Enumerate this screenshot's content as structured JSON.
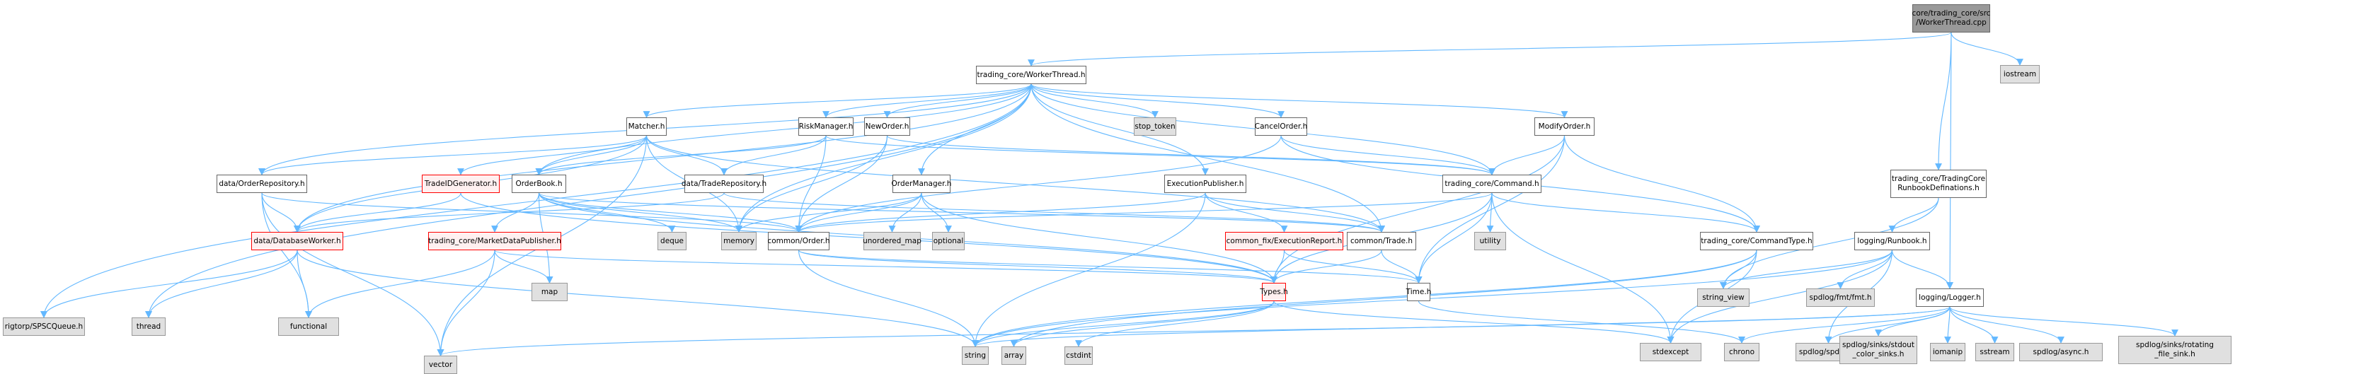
{
  "title": "core/trading_core/src/WorkerThread.cpp include dependency graph",
  "colors": {
    "edge": "#63b8ff",
    "root_fill": "#999999",
    "local_fill": "#ffffff",
    "system_fill": "#e0e0e0",
    "incomplete_fill": "#fff0f0",
    "incomplete_border": "#ff0000"
  },
  "nodes": [
    {
      "id": "cpp",
      "label": "core/trading_core/src\n/WorkerThread.cpp",
      "kind": "root"
    },
    {
      "id": "iostream",
      "label": "iostream",
      "kind": "sys"
    },
    {
      "id": "wt",
      "label": "trading_core/WorkerThread.h",
      "kind": "local"
    },
    {
      "id": "matcher",
      "label": "Matcher.h",
      "kind": "local"
    },
    {
      "id": "risk",
      "label": "RiskManager.h",
      "kind": "local"
    },
    {
      "id": "neworder",
      "label": "NewOrder.h",
      "kind": "local"
    },
    {
      "id": "stoptoken",
      "label": "stop_token",
      "kind": "sys"
    },
    {
      "id": "cancel",
      "label": "CancelOrder.h",
      "kind": "local"
    },
    {
      "id": "modify",
      "label": "ModifyOrder.h",
      "kind": "local"
    },
    {
      "id": "orderrepo",
      "label": "data/OrderRepository.h",
      "kind": "local"
    },
    {
      "id": "tradeid",
      "label": "TradeIDGenerator.h",
      "kind": "red"
    },
    {
      "id": "orderbook",
      "label": "OrderBook.h",
      "kind": "local"
    },
    {
      "id": "traderepo",
      "label": "data/TradeRepository.h",
      "kind": "local"
    },
    {
      "id": "ordermgr",
      "label": "OrderManager.h",
      "kind": "local"
    },
    {
      "id": "execpub",
      "label": "ExecutionPublisher.h",
      "kind": "local"
    },
    {
      "id": "command",
      "label": "trading_core/Command.h",
      "kind": "local"
    },
    {
      "id": "runbookdefs",
      "label": "trading_core/TradingCore\nRunbookDefinations.h",
      "kind": "local"
    },
    {
      "id": "dbworker",
      "label": "data/DatabaseWorker.h",
      "kind": "red"
    },
    {
      "id": "mdpub",
      "label": "trading_core/MarketDataPublisher.h",
      "kind": "red"
    },
    {
      "id": "deque",
      "label": "deque",
      "kind": "sys"
    },
    {
      "id": "memory",
      "label": "memory",
      "kind": "sys"
    },
    {
      "id": "order",
      "label": "common/Order.h",
      "kind": "local"
    },
    {
      "id": "umap",
      "label": "unordered_map",
      "kind": "sys"
    },
    {
      "id": "optional",
      "label": "optional",
      "kind": "sys"
    },
    {
      "id": "execreport",
      "label": "common_fix/ExecutionReport.h",
      "kind": "red"
    },
    {
      "id": "trade",
      "label": "common/Trade.h",
      "kind": "local"
    },
    {
      "id": "utility",
      "label": "utility",
      "kind": "sys"
    },
    {
      "id": "cmdtype",
      "label": "trading_core/CommandType.h",
      "kind": "local"
    },
    {
      "id": "runbook",
      "label": "logging/Runbook.h",
      "kind": "local"
    },
    {
      "id": "map",
      "label": "map",
      "kind": "sys"
    },
    {
      "id": "types",
      "label": "Types.h",
      "kind": "red"
    },
    {
      "id": "time",
      "label": "Time.h",
      "kind": "local"
    },
    {
      "id": "stringview",
      "label": "string_view",
      "kind": "sys"
    },
    {
      "id": "fmt",
      "label": "spdlog/fmt/fmt.h",
      "kind": "sys"
    },
    {
      "id": "logger",
      "label": "logging/Logger.h",
      "kind": "local"
    },
    {
      "id": "spsc",
      "label": "rigtorp/SPSCQueue.h",
      "kind": "sys"
    },
    {
      "id": "thread",
      "label": "thread",
      "kind": "sys"
    },
    {
      "id": "functional",
      "label": "functional",
      "kind": "sys"
    },
    {
      "id": "vector",
      "label": "vector",
      "kind": "sys"
    },
    {
      "id": "string",
      "label": "string",
      "kind": "sys"
    },
    {
      "id": "array",
      "label": "array",
      "kind": "sys"
    },
    {
      "id": "cstdint",
      "label": "cstdint",
      "kind": "sys"
    },
    {
      "id": "stdexcept",
      "label": "stdexcept",
      "kind": "sys"
    },
    {
      "id": "chrono",
      "label": "chrono",
      "kind": "sys"
    },
    {
      "id": "spdlog",
      "label": "spdlog/spdlog.h",
      "kind": "sys"
    },
    {
      "id": "stdoutsinks",
      "label": "spdlog/sinks/stdout\n_color_sinks.h",
      "kind": "sys"
    },
    {
      "id": "iomanip",
      "label": "iomanip",
      "kind": "sys"
    },
    {
      "id": "sstream",
      "label": "sstream",
      "kind": "sys"
    },
    {
      "id": "async",
      "label": "spdlog/async.h",
      "kind": "sys"
    },
    {
      "id": "rotsink",
      "label": "spdlog/sinks/rotating\n_file_sink.h",
      "kind": "sys"
    }
  ],
  "edges": [
    [
      "cpp",
      "wt"
    ],
    [
      "cpp",
      "iostream"
    ],
    [
      "cpp",
      "runbookdefs"
    ],
    [
      "cpp",
      "logger"
    ],
    [
      "wt",
      "matcher"
    ],
    [
      "wt",
      "risk"
    ],
    [
      "wt",
      "neworder"
    ],
    [
      "wt",
      "stoptoken"
    ],
    [
      "wt",
      "cancel"
    ],
    [
      "wt",
      "modify"
    ],
    [
      "wt",
      "orderrepo"
    ],
    [
      "wt",
      "orderbook"
    ],
    [
      "wt",
      "ordermgr"
    ],
    [
      "wt",
      "execpub"
    ],
    [
      "wt",
      "command"
    ],
    [
      "wt",
      "dbworker"
    ],
    [
      "wt",
      "memory"
    ],
    [
      "wt",
      "spsc"
    ],
    [
      "wt",
      "thread"
    ],
    [
      "wt",
      "trade"
    ],
    [
      "matcher",
      "orderrepo"
    ],
    [
      "matcher",
      "tradeid"
    ],
    [
      "matcher",
      "orderbook"
    ],
    [
      "matcher",
      "traderepo"
    ],
    [
      "matcher",
      "dbworker"
    ],
    [
      "matcher",
      "memory"
    ],
    [
      "matcher",
      "vector"
    ],
    [
      "matcher",
      "trade"
    ],
    [
      "risk",
      "orderbook"
    ],
    [
      "risk",
      "traderepo"
    ],
    [
      "risk",
      "order"
    ],
    [
      "risk",
      "command"
    ],
    [
      "neworder",
      "order"
    ],
    [
      "neworder",
      "memory"
    ],
    [
      "neworder",
      "command"
    ],
    [
      "cancel",
      "command"
    ],
    [
      "cancel",
      "order"
    ],
    [
      "cancel",
      "cmdtype"
    ],
    [
      "modify",
      "command"
    ],
    [
      "modify",
      "cmdtype"
    ],
    [
      "modify",
      "types"
    ],
    [
      "modify",
      "time"
    ],
    [
      "orderrepo",
      "dbworker"
    ],
    [
      "orderrepo",
      "functional"
    ],
    [
      "orderrepo",
      "vector"
    ],
    [
      "orderrepo",
      "order"
    ],
    [
      "tradeid",
      "dbworker"
    ],
    [
      "tradeid",
      "types"
    ],
    [
      "orderbook",
      "mdpub"
    ],
    [
      "orderbook",
      "deque"
    ],
    [
      "orderbook",
      "memory"
    ],
    [
      "orderbook",
      "order"
    ],
    [
      "orderbook",
      "map"
    ],
    [
      "orderbook",
      "types"
    ],
    [
      "orderbook",
      "trade"
    ],
    [
      "traderepo",
      "dbworker"
    ],
    [
      "traderepo",
      "trade"
    ],
    [
      "ordermgr",
      "order"
    ],
    [
      "ordermgr",
      "umap"
    ],
    [
      "ordermgr",
      "optional"
    ],
    [
      "ordermgr",
      "memory"
    ],
    [
      "ordermgr",
      "types"
    ],
    [
      "execpub",
      "execreport"
    ],
    [
      "execpub",
      "trade"
    ],
    [
      "execpub",
      "order"
    ],
    [
      "execpub",
      "string"
    ],
    [
      "command",
      "order"
    ],
    [
      "command",
      "utility"
    ],
    [
      "command",
      "cmdtype"
    ],
    [
      "command",
      "types"
    ],
    [
      "command",
      "time"
    ],
    [
      "command",
      "stdexcept"
    ],
    [
      "runbookdefs",
      "runbook"
    ],
    [
      "runbookdefs",
      "stringview"
    ],
    [
      "dbworker",
      "spsc"
    ],
    [
      "dbworker",
      "thread"
    ],
    [
      "dbworker",
      "functional"
    ],
    [
      "dbworker",
      "string"
    ],
    [
      "mdpub",
      "functional"
    ],
    [
      "mdpub",
      "vector"
    ],
    [
      "mdpub",
      "map"
    ],
    [
      "mdpub",
      "types"
    ],
    [
      "order",
      "types"
    ],
    [
      "order",
      "time"
    ],
    [
      "order",
      "string"
    ],
    [
      "execreport",
      "types"
    ],
    [
      "execreport",
      "time"
    ],
    [
      "trade",
      "types"
    ],
    [
      "trade",
      "time"
    ],
    [
      "cmdtype",
      "stringview"
    ],
    [
      "cmdtype",
      "stdexcept"
    ],
    [
      "cmdtype",
      "string"
    ],
    [
      "cmdtype",
      "array"
    ],
    [
      "runbook",
      "stringview"
    ],
    [
      "runbook",
      "fmt"
    ],
    [
      "runbook",
      "logger"
    ],
    [
      "runbook",
      "spdlog"
    ],
    [
      "runbook",
      "stdexcept"
    ],
    [
      "runbook",
      "string"
    ],
    [
      "types",
      "string"
    ],
    [
      "types",
      "array"
    ],
    [
      "types",
      "cstdint"
    ],
    [
      "types",
      "stdexcept"
    ],
    [
      "time",
      "chrono"
    ],
    [
      "logger",
      "vector"
    ],
    [
      "logger",
      "string"
    ],
    [
      "logger",
      "chrono"
    ],
    [
      "logger",
      "spdlog"
    ],
    [
      "logger",
      "stdoutsinks"
    ],
    [
      "logger",
      "iomanip"
    ],
    [
      "logger",
      "sstream"
    ],
    [
      "logger",
      "async"
    ],
    [
      "logger",
      "rotsink"
    ]
  ]
}
